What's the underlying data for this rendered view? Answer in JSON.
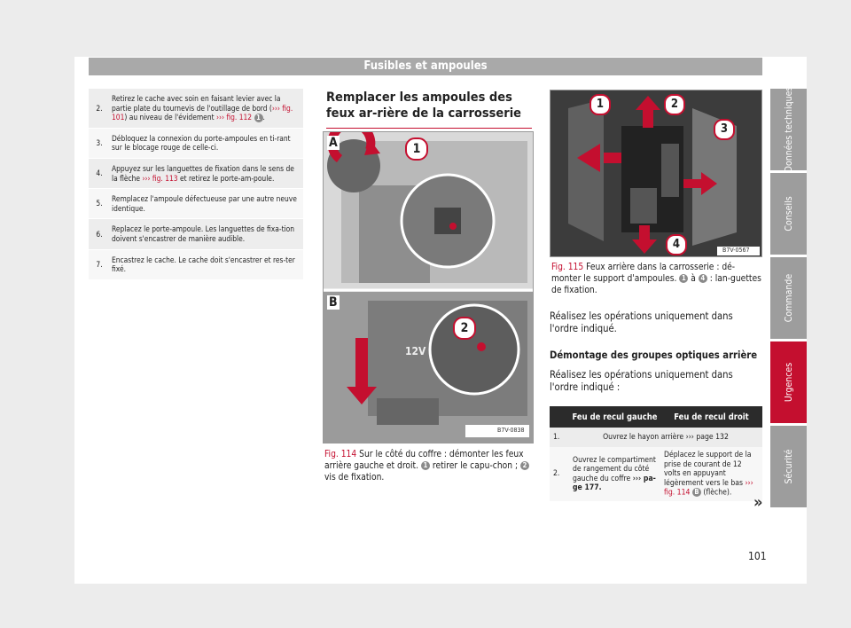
{
  "header": "Fusibles et ampoules",
  "steps": [
    {
      "num": "2.",
      "parts": [
        "Retirez le cache avec soin en faisant levier avec la partie plate du tournevis de l'outillage de bord (",
        "››› fig. 101",
        ") au niveau de l'évidement ",
        "››› fig. 112",
        ""
      ],
      "circle": "1",
      "tail": "."
    },
    {
      "num": "3.",
      "text": "Débloquez la connexion du porte-ampoules en ti-rant sur le blocage rouge de celle-ci."
    },
    {
      "num": "4.",
      "text_a": "Appuyez sur les languettes de fixation dans le sens de la flèche ",
      "ref": "››› fig. 113",
      "text_b": " et retirez le porte-am-poule."
    },
    {
      "num": "5.",
      "text": "Remplacez l'ampoule défectueuse par une autre neuve identique."
    },
    {
      "num": "6.",
      "text": "Replacez le porte-ampoule. Les languettes de fixa-tion doivent s'encastrer de manière audible."
    },
    {
      "num": "7.",
      "text": "Encastrez le cache. Le cache doit s'encastrer et res-ter fixé."
    }
  ],
  "section_title": "Remplacer les ampoules des feux ar-rière de la carrosserie",
  "fig114": {
    "label_a": "A",
    "label_b": "B",
    "callout1": "1",
    "callout2": "2",
    "text_12v": "12V",
    "code": "B7V-0838",
    "caption_ref": "Fig. 114",
    "caption_text": "Sur le côté du coffre : démonter les feux arrière gauche et droit.",
    "c1": "1",
    "caption_mid": "retirer le capu-chon ;",
    "c2": "2",
    "caption_end": "vis de fixation."
  },
  "fig115": {
    "callouts": [
      "1",
      "2",
      "3",
      "4"
    ],
    "code": "B7V-0567",
    "caption_ref": "Fig. 115",
    "caption_text": "Feux arrière dans la carrosserie : dé-monter le support d'ampoules.",
    "c1": "1",
    "caption_mid": "à",
    "c4": "4",
    "caption_end": ": lan-guettes de fixation."
  },
  "para1": "Réalisez les opérations uniquement dans l'ordre indiqué.",
  "subheading": "Démontage des groupes optiques arrière",
  "para2": "Réalisez les opérations uniquement dans l'ordre indiqué :",
  "table": {
    "col1": "Feu de recul gauche",
    "col2": "Feu de recul droit",
    "r1_num": "1.",
    "r1_text": "Ouvrez le hayon arrière ",
    "r1_ref": "››› page 132",
    "r2_num": "2.",
    "r2_left": "Ouvrez le compartiment de rangement du côté gauche du coffre ",
    "r2_left_ref": "››› pa-ge 177.",
    "r2_right": "Déplacez le support de la prise de courant de 12 volts en appuyant légèrement vers le bas ",
    "r2_right_ref": "››› fig. 114",
    "r2_right_circ": "B",
    "r2_right_end": " (flèche)."
  },
  "tabs": [
    "Données techniques",
    "Conseils",
    "Commande",
    "Urgences",
    "Sécurité"
  ],
  "active_tab": "Urgences",
  "more_symbol": "»",
  "page_number": "101",
  "accent": "#c40f2f"
}
